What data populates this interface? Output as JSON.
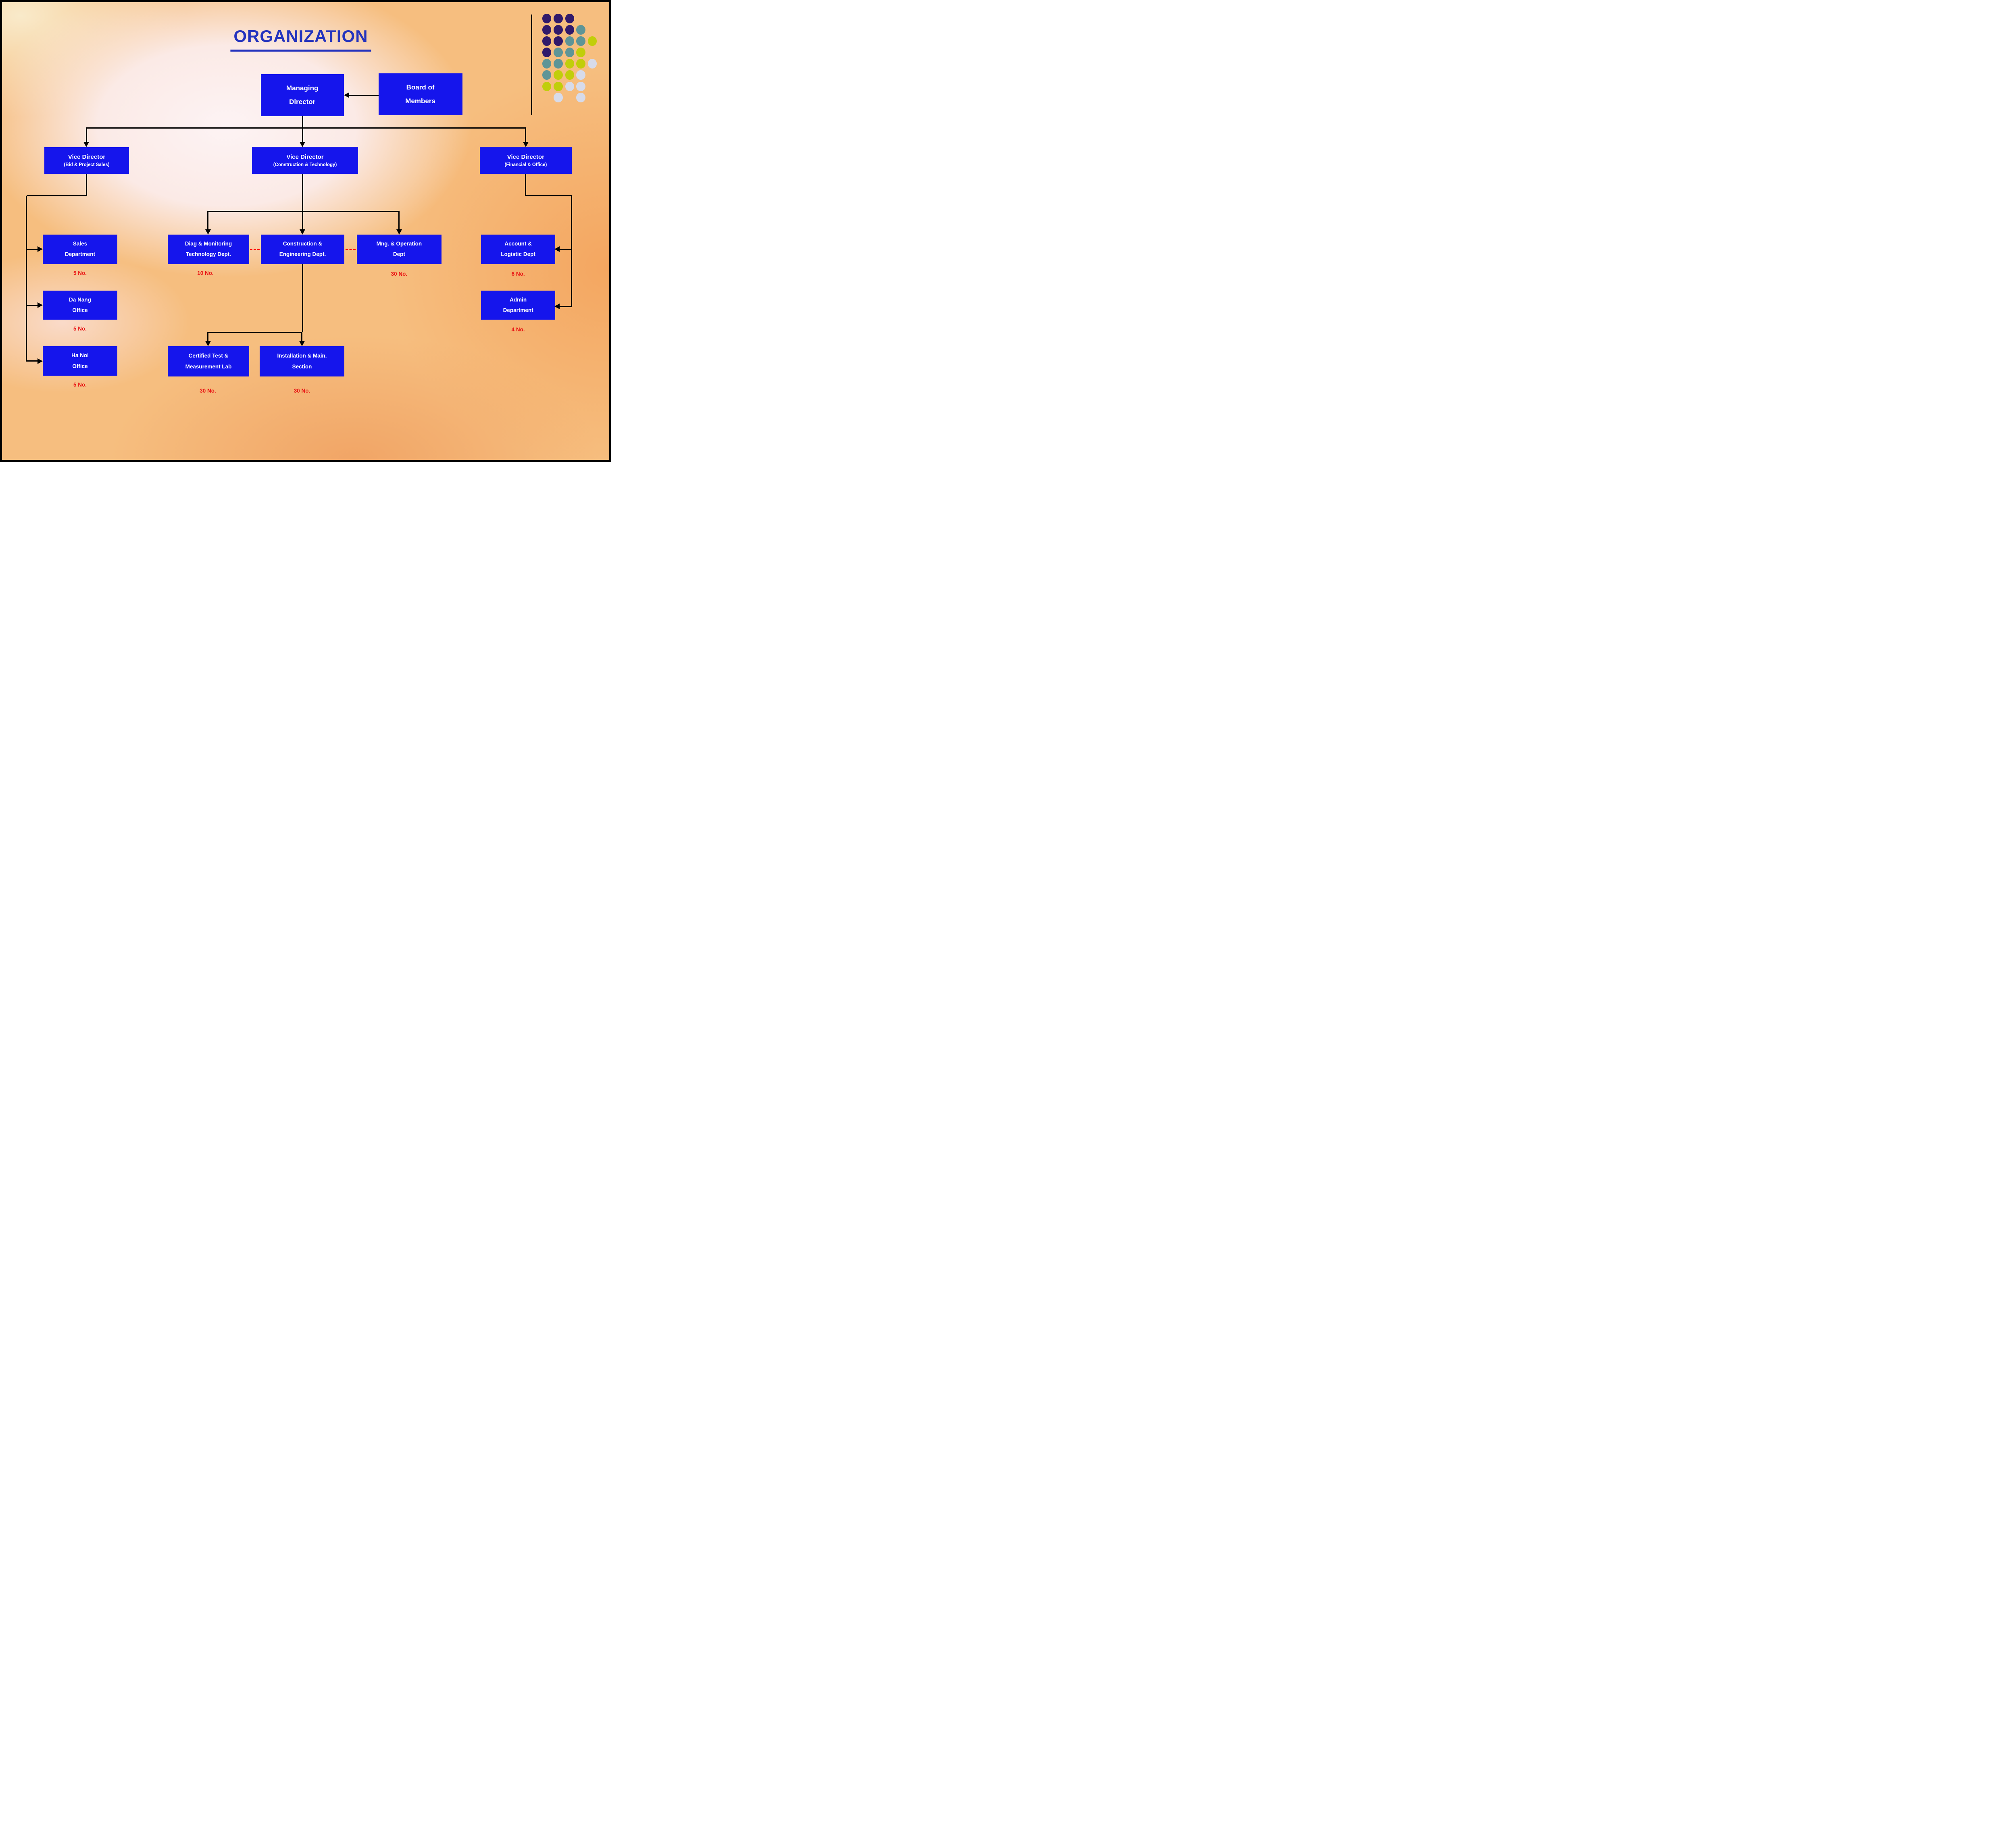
{
  "slide": {
    "title": "ORGANIZATION"
  },
  "org": {
    "managing_director": {
      "line1": "Managing",
      "line2": "Director"
    },
    "board_of_members": {
      "line1": "Board of",
      "line2": "Members"
    },
    "vice_directors": [
      {
        "title": "Vice Director",
        "subtitle": "(Bid & Project Sales)"
      },
      {
        "title": "Vice Director",
        "subtitle": "(Construction & Technology)"
      },
      {
        "title": "Vice Director",
        "subtitle": "(Financial & Office)"
      }
    ],
    "departments": [
      {
        "id": "sales",
        "line1": "Sales",
        "line2": "Department",
        "count": "5 No."
      },
      {
        "id": "da_nang",
        "line1": "Da Nang",
        "line2": "Office",
        "count": "5 No."
      },
      {
        "id": "ha_noi",
        "line1": "Ha Noi",
        "line2": "Office",
        "count": "5 No."
      },
      {
        "id": "diag_monitoring",
        "line1": "Diag & Monitoring",
        "line2": "Technology Dept.",
        "count": "10 No."
      },
      {
        "id": "construction_engineering",
        "line1": "Construction &",
        "line2": "Engineering Dept.",
        "count": ""
      },
      {
        "id": "mng_operation",
        "line1": "Mng. & Operation",
        "line2": "Dept",
        "count": "30 No."
      },
      {
        "id": "account_logistic",
        "line1": "Account &",
        "line2": "Logistic Dept",
        "count": "6 No."
      },
      {
        "id": "admin",
        "line1": "Admin",
        "line2": "Department",
        "count": "4 No."
      },
      {
        "id": "certified_test",
        "line1": "Certified Test &",
        "line2": "Measurement Lab",
        "count": "30 No."
      },
      {
        "id": "installation_main",
        "line1": "Installation & Main.",
        "line2": "Section",
        "count": "30 No."
      }
    ]
  },
  "colors": {
    "box_fill": "#1515EC",
    "box_text": "#FFFFFF",
    "title_blue": "#2433BE",
    "count_red": "#E91313",
    "line_black": "#000000",
    "dashed_red": "#FF0000",
    "dot_palette": {
      "purple": "#311A6B",
      "teal": "#5E9597",
      "yellow": "#C1CE0A",
      "lavender": "#D7DBEA"
    }
  },
  "decor": {
    "dot_grid": [
      [
        "purple",
        "purple",
        "purple",
        null,
        null
      ],
      [
        "purple",
        "purple",
        "purple",
        "teal",
        null
      ],
      [
        "purple",
        "purple",
        "teal",
        "teal",
        "yellow"
      ],
      [
        "purple",
        "teal",
        "teal",
        "yellow",
        null
      ],
      [
        "teal",
        "teal",
        "yellow",
        "yellow",
        "lavender"
      ],
      [
        "teal",
        "yellow",
        "yellow",
        "lavender",
        null
      ],
      [
        "yellow",
        "yellow",
        "lavender",
        "lavender",
        null
      ],
      [
        null,
        "lavender",
        null,
        "lavender",
        null
      ]
    ]
  }
}
